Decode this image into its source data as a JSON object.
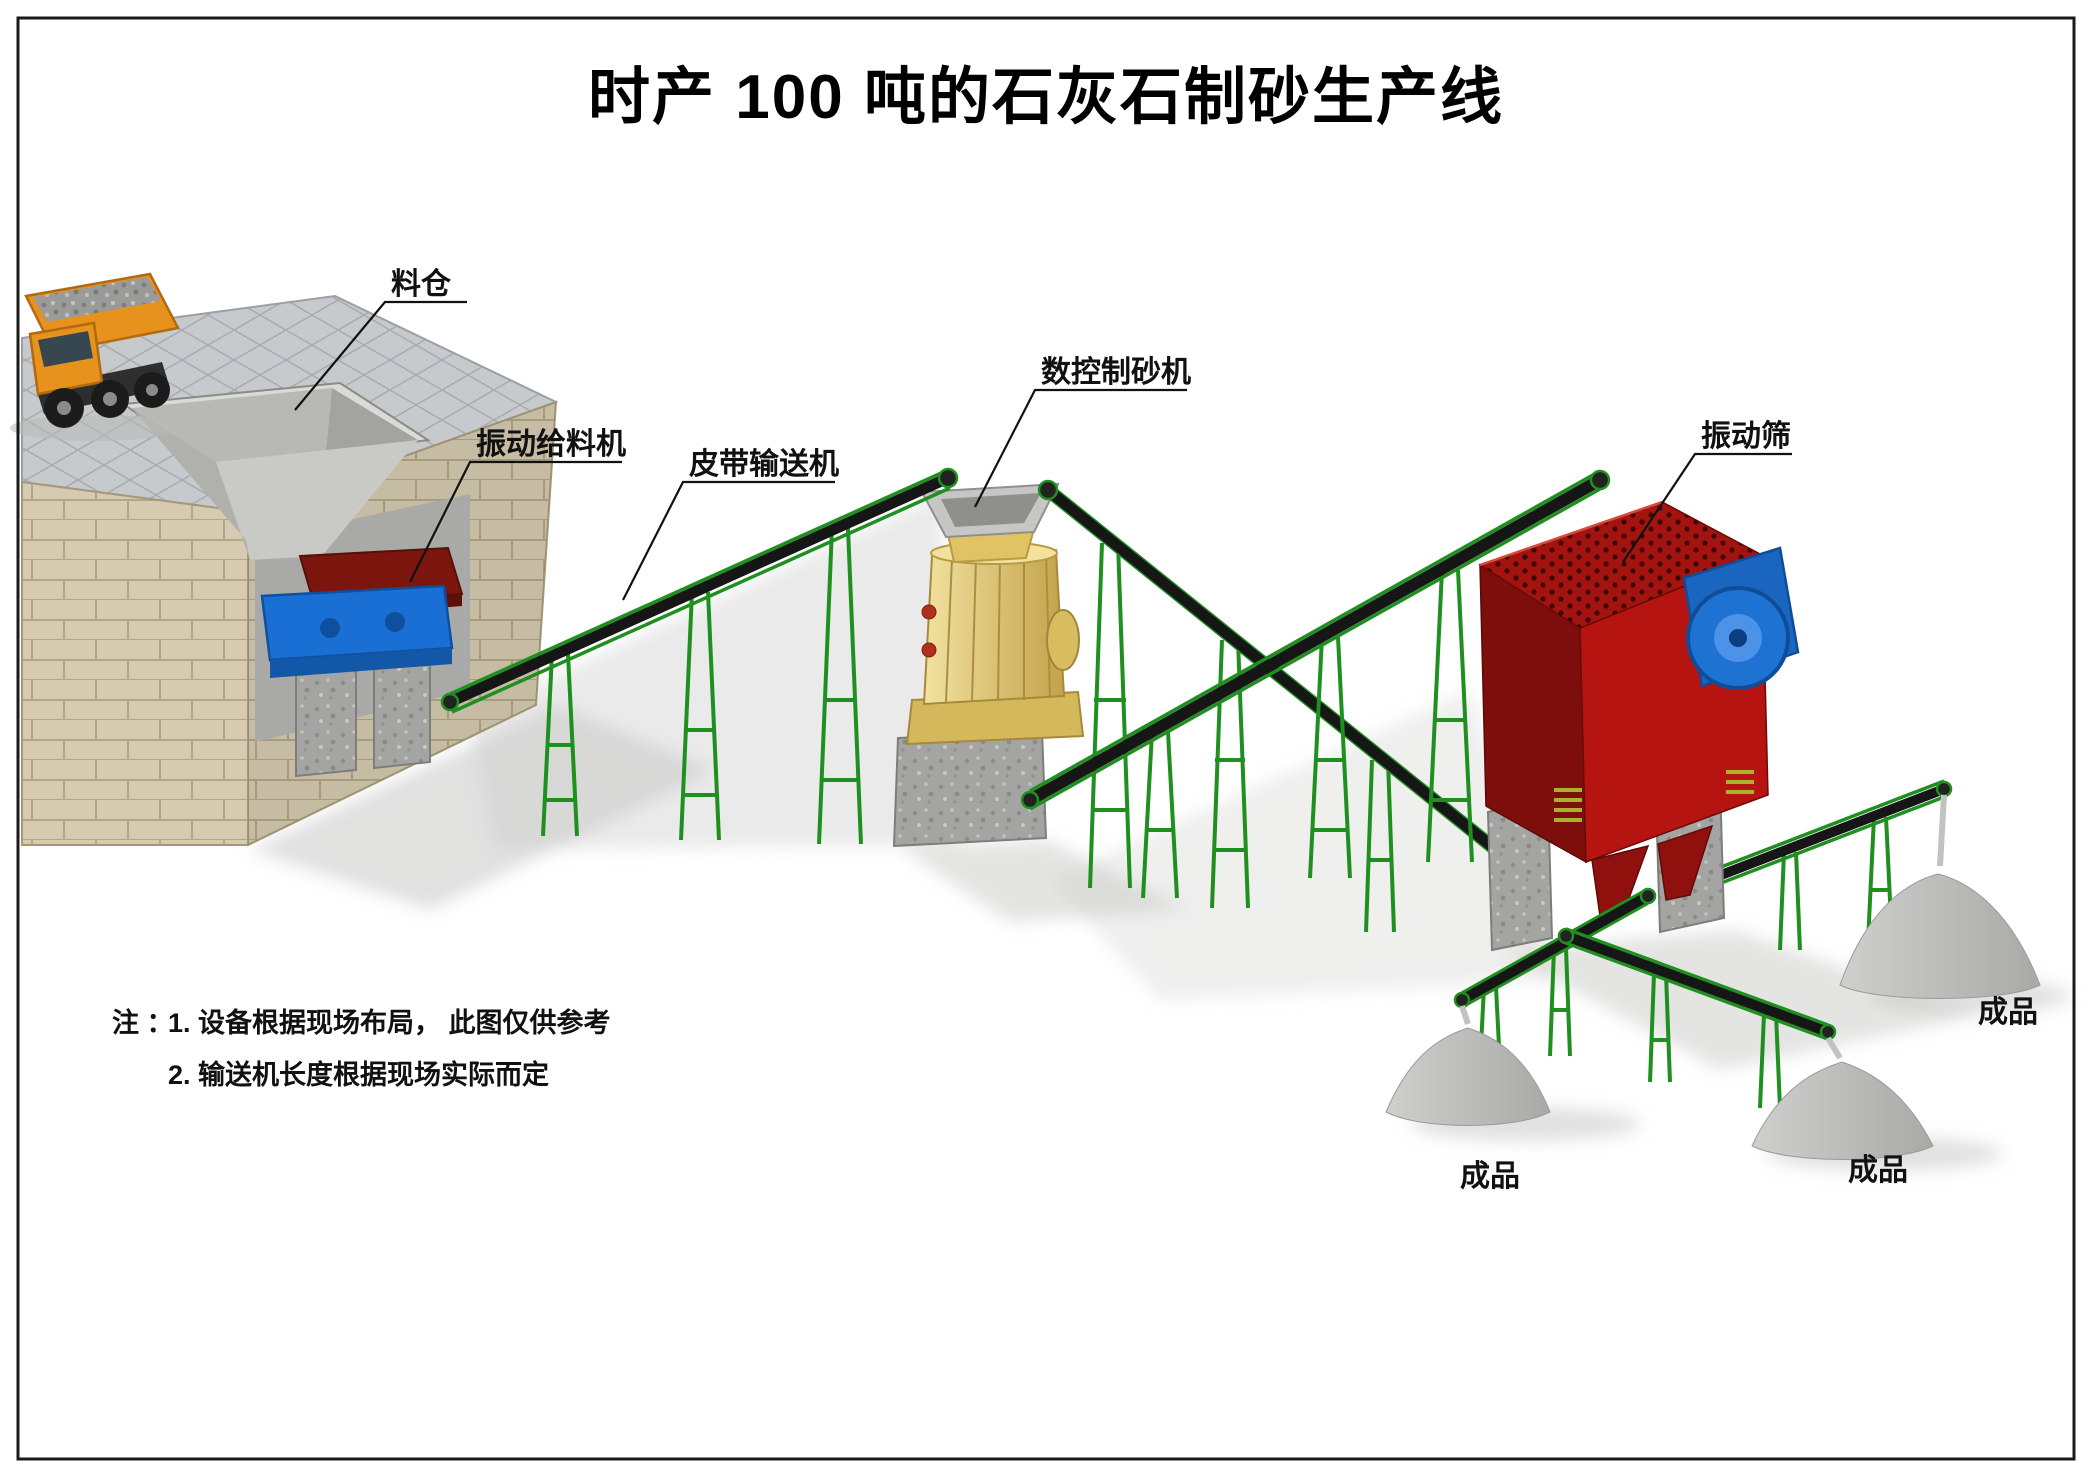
{
  "title": "时产 100 吨的石灰石制砂生产线",
  "callouts": {
    "hopper": "料仓",
    "feeder": "振动给料机",
    "conveyor": "皮带输送机",
    "sand_maker": "数控制砂机",
    "screen": "振动筛"
  },
  "product_labels": {
    "right": "成品",
    "bottom_left": "成品",
    "bottom_right": "成品"
  },
  "notes": {
    "prefix": "注 ：",
    "item1": "1. 设备根据现场布局，  此图仅供参考",
    "item2": "2. 输送机长度根据现场实际而定"
  },
  "colors": {
    "conveyor_green": "#1f8f1f",
    "belt_black": "#161616",
    "crusher_yellow": "#e6cd7d",
    "screen_red": "#b51410",
    "screen_red_dark": "#7e0e0b",
    "feeder_blue": "#1a6fd4",
    "tray_red": "#7c150e",
    "motor_blue": "#1e72d2",
    "truck_orange": "#e8921e",
    "brick_beige": "#d6cbb0",
    "concrete_gray": "#a4a4a2",
    "sand_gray": "#b9b9b7"
  }
}
